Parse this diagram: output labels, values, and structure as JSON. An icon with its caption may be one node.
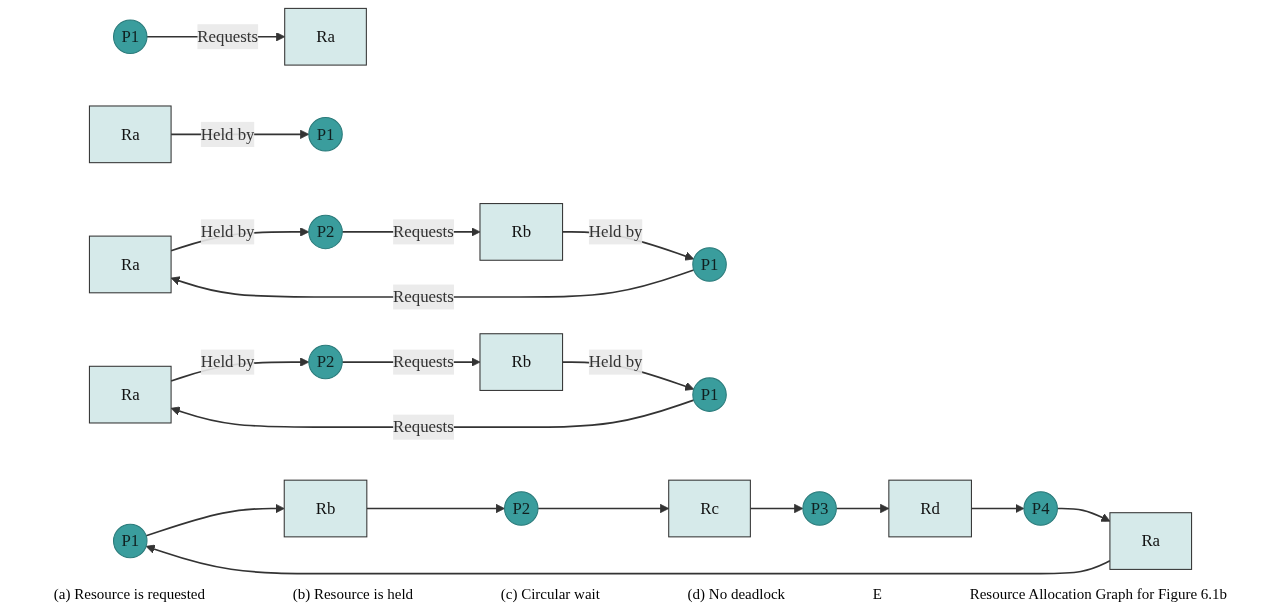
{
  "diagram": {
    "nodes": [
      {
        "text": [
          "P1"
        ]
      },
      {
        "text": [
          "Ra"
        ]
      },
      {
        "text": [
          "P1"
        ]
      },
      {
        "text": [
          "Ra"
        ]
      },
      {
        "text": [
          "Ra"
        ]
      },
      {
        "text": [
          "P1"
        ]
      },
      {
        "text": [
          "P2"
        ]
      },
      {
        "text": [
          "Rb"
        ]
      },
      {
        "text": [
          "Ra"
        ]
      },
      {
        "text": [
          "P1"
        ]
      },
      {
        "text": [
          "P2"
        ]
      },
      {
        "text": [
          "Rb"
        ]
      },
      {
        "text": [
          "P1"
        ]
      },
      {
        "text": [
          "P2"
        ]
      },
      {
        "text": [
          "P3"
        ]
      },
      {
        "text": [
          "P4"
        ]
      },
      {
        "text": [
          "Ra"
        ]
      },
      {
        "text": [
          "Rb"
        ]
      },
      {
        "text": [
          "Rc"
        ]
      },
      {
        "text": [
          "Rd"
        ]
      }
    ],
    "edges": [
      {
        "from": 0,
        "to": 1,
        "arrow": "to",
        "label": "Requests"
      },
      {
        "from": 3,
        "to": 2,
        "arrow": "to",
        "label": "Held by"
      },
      {
        "from": 5,
        "to": 4,
        "arrow": "to",
        "label": "Requests"
      },
      {
        "from": 4,
        "to": 6,
        "arrow": "to",
        "label": "Held by"
      },
      {
        "from": 6,
        "to": 7,
        "arrow": "to",
        "label": "Requests"
      },
      {
        "from": 7,
        "to": 5,
        "arrow": "to",
        "label": "Held by"
      },
      {
        "from": 9,
        "to": 8,
        "arrow": "to",
        "label": "Requests"
      },
      {
        "from": 8,
        "to": 10,
        "arrow": "to",
        "label": "Held by"
      },
      {
        "from": 10,
        "to": 11,
        "arrow": "to",
        "label": "Requests"
      },
      {
        "from": 11,
        "to": 9,
        "arrow": "to",
        "label": "Held by"
      },
      {
        "from": 16,
        "to": 12,
        "arrow": "to"
      },
      {
        "from": 12,
        "to": 17,
        "arrow": "to"
      },
      {
        "from": 17,
        "to": 13,
        "arrow": "to"
      },
      {
        "from": 13,
        "to": 18,
        "arrow": "to"
      },
      {
        "from": 18,
        "to": 14,
        "arrow": "to"
      },
      {
        "from": 14,
        "to": 19,
        "arrow": "to"
      },
      {
        "from": 19,
        "to": 15,
        "arrow": "to"
      },
      {
        "from": 15,
        "to": 16,
        "arrow": "to"
      }
    ],
    "labels": [
      "(a) Resource is requested",
      "(b) Resource is held",
      "(c) Circular wait",
      "(d) No deadlock",
      "E",
      "Resource Allocation Graph for Figure 6.1b"
    ]
  }
}
